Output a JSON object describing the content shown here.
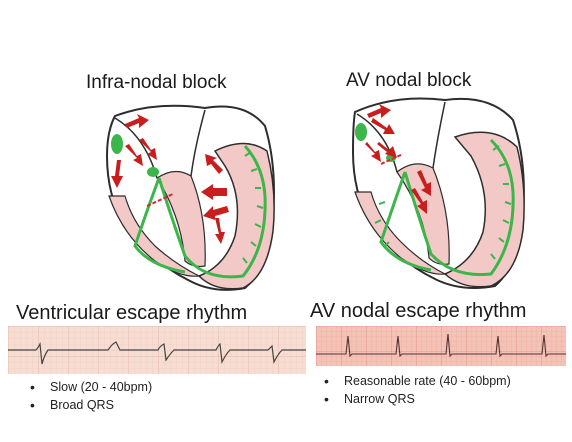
{
  "left": {
    "title": "Infra-nodal block",
    "rhythm_title": "Ventricular escape rhythm",
    "bullets": [
      "Slow (20 - 40bpm)",
      "Broad QRS"
    ]
  },
  "right": {
    "title": "AV nodal block",
    "rhythm_title": "AV nodal escape rhythm",
    "bullets": [
      "Reasonable rate (40 - 60bpm)",
      "Narrow QRS"
    ]
  },
  "colors": {
    "myocardium": "#f2c9c6",
    "outline": "#2d2d2d",
    "conduction": "#3cb54a",
    "arrow": "#c81e1e",
    "block_mark": "#d12a2a",
    "ecg_paper": "#f6ddd2",
    "ecg_paper_dark": "#efc8bb",
    "ecg_trace": "#444444"
  }
}
